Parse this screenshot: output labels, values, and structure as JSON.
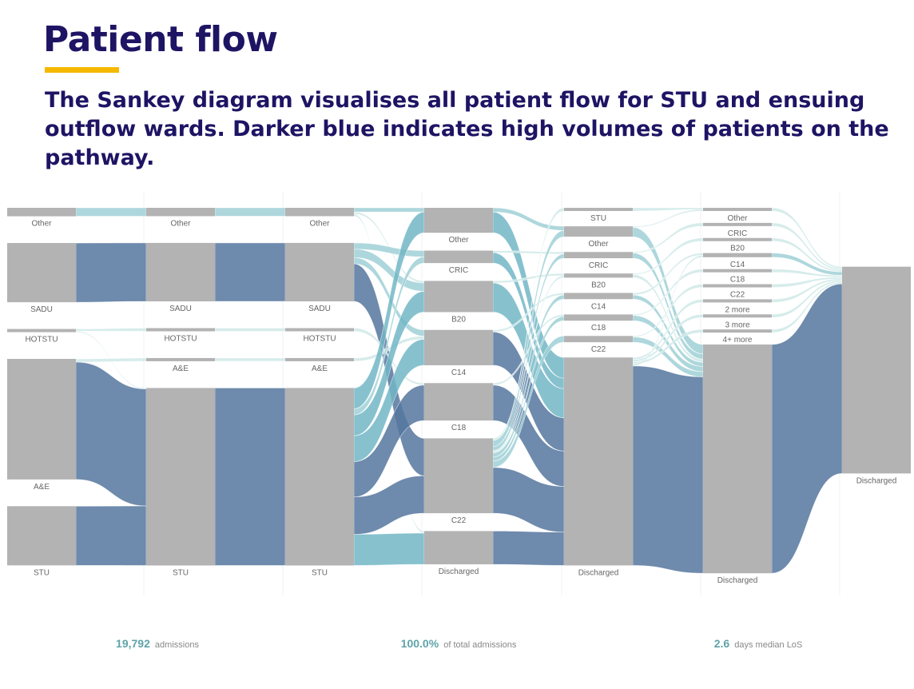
{
  "header": {
    "title": "Patient flow",
    "subtitle": "The Sankey diagram visualises all patient flow for STU and ensuing outflow wards. Darker blue indicates high volumes of patients on the pathway."
  },
  "colors": {
    "title": "#1e1464",
    "accent_bar": "#f5b800",
    "node": "#b3b3b3",
    "flow_low": "#cfe9e7",
    "flow_mid": "#72b6c6",
    "flow_high": "#55759e",
    "stat_number": "#5ea3a8"
  },
  "sankey": {
    "columns": [
      {
        "nodes": [
          {
            "id": "c0_other",
            "label": "Other",
            "value": 0.4
          },
          {
            "id": "c0_sadu",
            "label": "SADU",
            "value": 2.8
          },
          {
            "id": "c0_hotstu",
            "label": "HOTSTU",
            "value": 0.1
          },
          {
            "id": "c0_ae",
            "label": "A&E",
            "value": 5.7
          },
          {
            "id": "c0_stu",
            "label": "STU",
            "value": 2.8
          }
        ]
      },
      {
        "nodes": [
          {
            "id": "c1_other",
            "label": "Other",
            "value": 0.4
          },
          {
            "id": "c1_sadu",
            "label": "SADU",
            "value": 2.8
          },
          {
            "id": "c1_hotstu",
            "label": "HOTSTU",
            "value": 0.1
          },
          {
            "id": "c1_ae",
            "label": "A&E",
            "value": 0.15
          },
          {
            "id": "c1_stu",
            "label": "STU",
            "value": 8.5
          }
        ]
      },
      {
        "nodes": [
          {
            "id": "c2_other",
            "label": "Other",
            "value": 0.4
          },
          {
            "id": "c2_sadu",
            "label": "SADU",
            "value": 2.8
          },
          {
            "id": "c2_hotstu",
            "label": "HOTSTU",
            "value": 0.1
          },
          {
            "id": "c2_ae",
            "label": "A&E",
            "value": 0.15
          },
          {
            "id": "c2_stu",
            "label": "STU",
            "value": 8.5
          }
        ]
      },
      {
        "nodes": [
          {
            "id": "c3_other",
            "label": "Other",
            "value": 1.2
          },
          {
            "id": "c3_cric",
            "label": "CRIC",
            "value": 0.6
          },
          {
            "id": "c3_b20",
            "label": "B20",
            "value": 1.5
          },
          {
            "id": "c3_c14",
            "label": "C14",
            "value": 1.7
          },
          {
            "id": "c3_c18",
            "label": "C18",
            "value": 1.8
          },
          {
            "id": "c3_c22",
            "label": "C22",
            "value": 3.6
          },
          {
            "id": "c3_dis",
            "label": "Discharged",
            "value": 1.6
          }
        ]
      },
      {
        "nodes": [
          {
            "id": "c4_stu",
            "label": "STU",
            "value": 0.1
          },
          {
            "id": "c4_other",
            "label": "Other",
            "value": 0.5
          },
          {
            "id": "c4_cric",
            "label": "CRIC",
            "value": 0.3
          },
          {
            "id": "c4_b20",
            "label": "B20",
            "value": 0.2
          },
          {
            "id": "c4_c14",
            "label": "C14",
            "value": 0.3
          },
          {
            "id": "c4_c18",
            "label": "C18",
            "value": 0.3
          },
          {
            "id": "c4_c22",
            "label": "C22",
            "value": 0.3
          },
          {
            "id": "c4_dis",
            "label": "Discharged",
            "value": 10.0
          }
        ]
      },
      {
        "nodes": [
          {
            "id": "c5_other",
            "label": "Other",
            "value": 0.1
          },
          {
            "id": "c5_cric",
            "label": "CRIC",
            "value": 0.1
          },
          {
            "id": "c5_b20",
            "label": "B20",
            "value": 0.1
          },
          {
            "id": "c5_c14",
            "label": "C14",
            "value": 0.2
          },
          {
            "id": "c5_c18",
            "label": "C18",
            "value": 0.1
          },
          {
            "id": "c5_c22",
            "label": "C22",
            "value": 0.1
          },
          {
            "id": "c5_2more",
            "label": "2 more",
            "value": 0.1
          },
          {
            "id": "c5_3more",
            "label": "3 more",
            "value": 0.1
          },
          {
            "id": "c5_4more",
            "label": "4+ more",
            "value": 0.1
          },
          {
            "id": "c5_dis",
            "label": "Discharged",
            "value": 11.0
          }
        ]
      },
      {
        "nodes": [
          {
            "id": "c6_dis",
            "label": "Discharged",
            "value": 12.0
          }
        ]
      }
    ],
    "links": [
      {
        "source": "c0_other",
        "target": "c1_other",
        "value": 0.4
      },
      {
        "source": "c0_sadu",
        "target": "c1_sadu",
        "value": 2.8
      },
      {
        "source": "c0_hotstu",
        "target": "c1_hotstu",
        "value": 0.1
      },
      {
        "source": "c0_hotstu",
        "target": "c1_stu",
        "value": 0.05
      },
      {
        "source": "c0_ae",
        "target": "c1_ae",
        "value": 0.15
      },
      {
        "source": "c0_ae",
        "target": "c1_stu",
        "value": 5.5
      },
      {
        "source": "c0_stu",
        "target": "c1_stu",
        "value": 2.8
      },
      {
        "source": "c1_other",
        "target": "c2_other",
        "value": 0.4
      },
      {
        "source": "c1_sadu",
        "target": "c2_sadu",
        "value": 2.8
      },
      {
        "source": "c1_hotstu",
        "target": "c2_hotstu",
        "value": 0.1
      },
      {
        "source": "c1_ae",
        "target": "c2_ae",
        "value": 0.15
      },
      {
        "source": "c1_stu",
        "target": "c2_stu",
        "value": 8.5
      },
      {
        "source": "c2_other",
        "target": "c3_other",
        "value": 0.2
      },
      {
        "source": "c2_other",
        "target": "c3_b20",
        "value": 0.1
      },
      {
        "source": "c2_other",
        "target": "c3_dis",
        "value": 0.1
      },
      {
        "source": "c2_sadu",
        "target": "c3_cric",
        "value": 0.3
      },
      {
        "source": "c2_sadu",
        "target": "c3_b20",
        "value": 0.4
      },
      {
        "source": "c2_sadu",
        "target": "c3_c14",
        "value": 0.3
      },
      {
        "source": "c2_sadu",
        "target": "c3_c22",
        "value": 1.8
      },
      {
        "source": "c2_hotstu",
        "target": "c3_c18",
        "value": 0.1
      },
      {
        "source": "c2_ae",
        "target": "c3_c14",
        "value": 0.15
      },
      {
        "source": "c2_stu",
        "target": "c3_other",
        "value": 1.0
      },
      {
        "source": "c2_stu",
        "target": "c3_cric",
        "value": 0.3
      },
      {
        "source": "c2_stu",
        "target": "c3_b20",
        "value": 1.0
      },
      {
        "source": "c2_stu",
        "target": "c3_c14",
        "value": 1.25
      },
      {
        "source": "c2_stu",
        "target": "c3_c18",
        "value": 1.7
      },
      {
        "source": "c2_stu",
        "target": "c3_c22",
        "value": 1.8
      },
      {
        "source": "c2_stu",
        "target": "c3_dis",
        "value": 1.5
      },
      {
        "source": "c3_other",
        "target": "c4_other",
        "value": 0.2
      },
      {
        "source": "c3_other",
        "target": "c4_dis",
        "value": 1.0
      },
      {
        "source": "c3_cric",
        "target": "c4_cric",
        "value": 0.1
      },
      {
        "source": "c3_cric",
        "target": "c4_dis",
        "value": 0.5
      },
      {
        "source": "c3_b20",
        "target": "c4_b20",
        "value": 0.1
      },
      {
        "source": "c3_b20",
        "target": "c4_dis",
        "value": 1.4
      },
      {
        "source": "c3_c14",
        "target": "c4_c14",
        "value": 0.1
      },
      {
        "source": "c3_c14",
        "target": "c4_dis",
        "value": 1.6
      },
      {
        "source": "c3_c18",
        "target": "c4_c18",
        "value": 0.1
      },
      {
        "source": "c3_c18",
        "target": "c4_dis",
        "value": 1.7
      },
      {
        "source": "c3_c22",
        "target": "c4_stu",
        "value": 0.1
      },
      {
        "source": "c3_c22",
        "target": "c4_other",
        "value": 0.3
      },
      {
        "source": "c3_c22",
        "target": "c4_cric",
        "value": 0.2
      },
      {
        "source": "c3_c22",
        "target": "c4_b20",
        "value": 0.1
      },
      {
        "source": "c3_c22",
        "target": "c4_c14",
        "value": 0.2
      },
      {
        "source": "c3_c22",
        "target": "c4_c18",
        "value": 0.2
      },
      {
        "source": "c3_c22",
        "target": "c4_c22",
        "value": 0.3
      },
      {
        "source": "c3_c22",
        "target": "c4_dis",
        "value": 2.2
      },
      {
        "source": "c3_dis",
        "target": "c4_dis",
        "value": 1.6
      },
      {
        "source": "c4_stu",
        "target": "c5_other",
        "value": 0.05
      },
      {
        "source": "c4_other",
        "target": "c5_other",
        "value": 0.05
      },
      {
        "source": "c4_other",
        "target": "c5_dis",
        "value": 0.45
      },
      {
        "source": "c4_cric",
        "target": "c5_cric",
        "value": 0.05
      },
      {
        "source": "c4_cric",
        "target": "c5_dis",
        "value": 0.25
      },
      {
        "source": "c4_b20",
        "target": "c5_b20",
        "value": 0.05
      },
      {
        "source": "c4_b20",
        "target": "c5_dis",
        "value": 0.15
      },
      {
        "source": "c4_c14",
        "target": "c5_c14",
        "value": 0.1
      },
      {
        "source": "c4_c14",
        "target": "c5_dis",
        "value": 0.2
      },
      {
        "source": "c4_c18",
        "target": "c5_c18",
        "value": 0.05
      },
      {
        "source": "c4_c18",
        "target": "c5_dis",
        "value": 0.25
      },
      {
        "source": "c4_c22",
        "target": "c5_c22",
        "value": 0.05
      },
      {
        "source": "c4_c22",
        "target": "c5_dis",
        "value": 0.25
      },
      {
        "source": "c4_dis",
        "target": "c5_2more",
        "value": 0.1
      },
      {
        "source": "c4_dis",
        "target": "c5_3more",
        "value": 0.1
      },
      {
        "source": "c4_dis",
        "target": "c5_4more",
        "value": 0.1
      },
      {
        "source": "c4_dis",
        "target": "c5_c14",
        "value": 0.1
      },
      {
        "source": "c4_dis",
        "target": "c5_dis",
        "value": 9.4
      },
      {
        "source": "c5_other",
        "target": "c6_dis",
        "value": 0.1
      },
      {
        "source": "c5_cric",
        "target": "c6_dis",
        "value": 0.1
      },
      {
        "source": "c5_b20",
        "target": "c6_dis",
        "value": 0.1
      },
      {
        "source": "c5_c14",
        "target": "c6_dis",
        "value": 0.2
      },
      {
        "source": "c5_c18",
        "target": "c6_dis",
        "value": 0.1
      },
      {
        "source": "c5_c22",
        "target": "c6_dis",
        "value": 0.1
      },
      {
        "source": "c5_2more",
        "target": "c6_dis",
        "value": 0.1
      },
      {
        "source": "c5_3more",
        "target": "c6_dis",
        "value": 0.1
      },
      {
        "source": "c5_4more",
        "target": "c6_dis",
        "value": 0.1
      },
      {
        "source": "c5_dis",
        "target": "c6_dis",
        "value": 11.0
      }
    ]
  },
  "stats": [
    {
      "value": "19,792",
      "label": "admissions"
    },
    {
      "value": "100.0%",
      "label": "of total admissions"
    },
    {
      "value": "2.6",
      "label": "days median LoS"
    }
  ]
}
